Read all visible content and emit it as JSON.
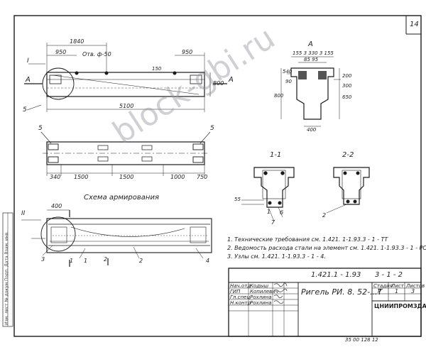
{
  "sheet": {
    "page_number": "14",
    "watermark": "block-gbi.ru",
    "side_stamp": "Изм. лист  № докум  Подп.  Дата  Взам. инв.",
    "colors": {
      "ink": "#1a1a1a",
      "hatch": "#555555",
      "watermark": "#9696a0"
    }
  },
  "view_front": {
    "dim_1840": "1840",
    "dim_950_left": "950",
    "dim_950_right": "950",
    "hole_note": "Отв. ф-50",
    "dim_150": "150",
    "dim_800": "800",
    "dim_5100": "5100",
    "marker_I": "I",
    "marker_5": "5",
    "marker_A_left": "А",
    "marker_A_right": "А"
  },
  "view_plan": {
    "marker_5_left": "5",
    "marker_5_right": "5",
    "dim_340": "340",
    "dim_1500_a": "1500",
    "dim_1500_b": "1500",
    "dim_1000": "1000",
    "dim_750": "750"
  },
  "section_A": {
    "title": "А",
    "dim_top": "155 3 330 3 155",
    "dim_mid": "85 95",
    "dim_540": "540",
    "dim_800": "800",
    "dim_200": "200",
    "dim_650": "650",
    "dim_400": "400",
    "dim_300": "300",
    "dim_90": "90"
  },
  "section_1_1": {
    "title": "1-1",
    "dim_55": "55",
    "labels": [
      "1",
      "6",
      "7"
    ]
  },
  "section_2_2": {
    "title": "2-2",
    "label": "2"
  },
  "reinforcement": {
    "title": "Схема    армирования",
    "marker_II": "II",
    "dim_400": "400",
    "labels": [
      "3",
      "1",
      "2",
      "2",
      "1",
      "4"
    ]
  },
  "notes": [
    "1. Технические требования см. 1.421. 1-1.93.3 - 1 - ТТ",
    "2. Ведомость расхода стали на элемент см. 1.421. 1-1.93.3 - 1 - РС.",
    "3. Узлы см. 1.421. 1-1.93.3 - 1 - 4."
  ],
  "title_block": {
    "doc_code": "1.421.1 - 1.93",
    "doc_suffix": "3 - 1 - 2",
    "product_title": "Ригель  РИ. 8. 52-...Т",
    "stage": "Р",
    "sheet": "1",
    "sheets": "3",
    "col_stage": "Стадия",
    "col_sheet": "Лист",
    "col_sheets": "Листов",
    "org": "ЦНИИПРОМЗДАНИЙ",
    "roles": [
      "Нач.отд",
      "ГИП",
      "Гл.спец",
      "Н.контр"
    ],
    "names": [
      "Кодыш",
      "Копилевич",
      "Рохлина",
      "Рохлина"
    ],
    "footer": "35 00 128   12"
  }
}
